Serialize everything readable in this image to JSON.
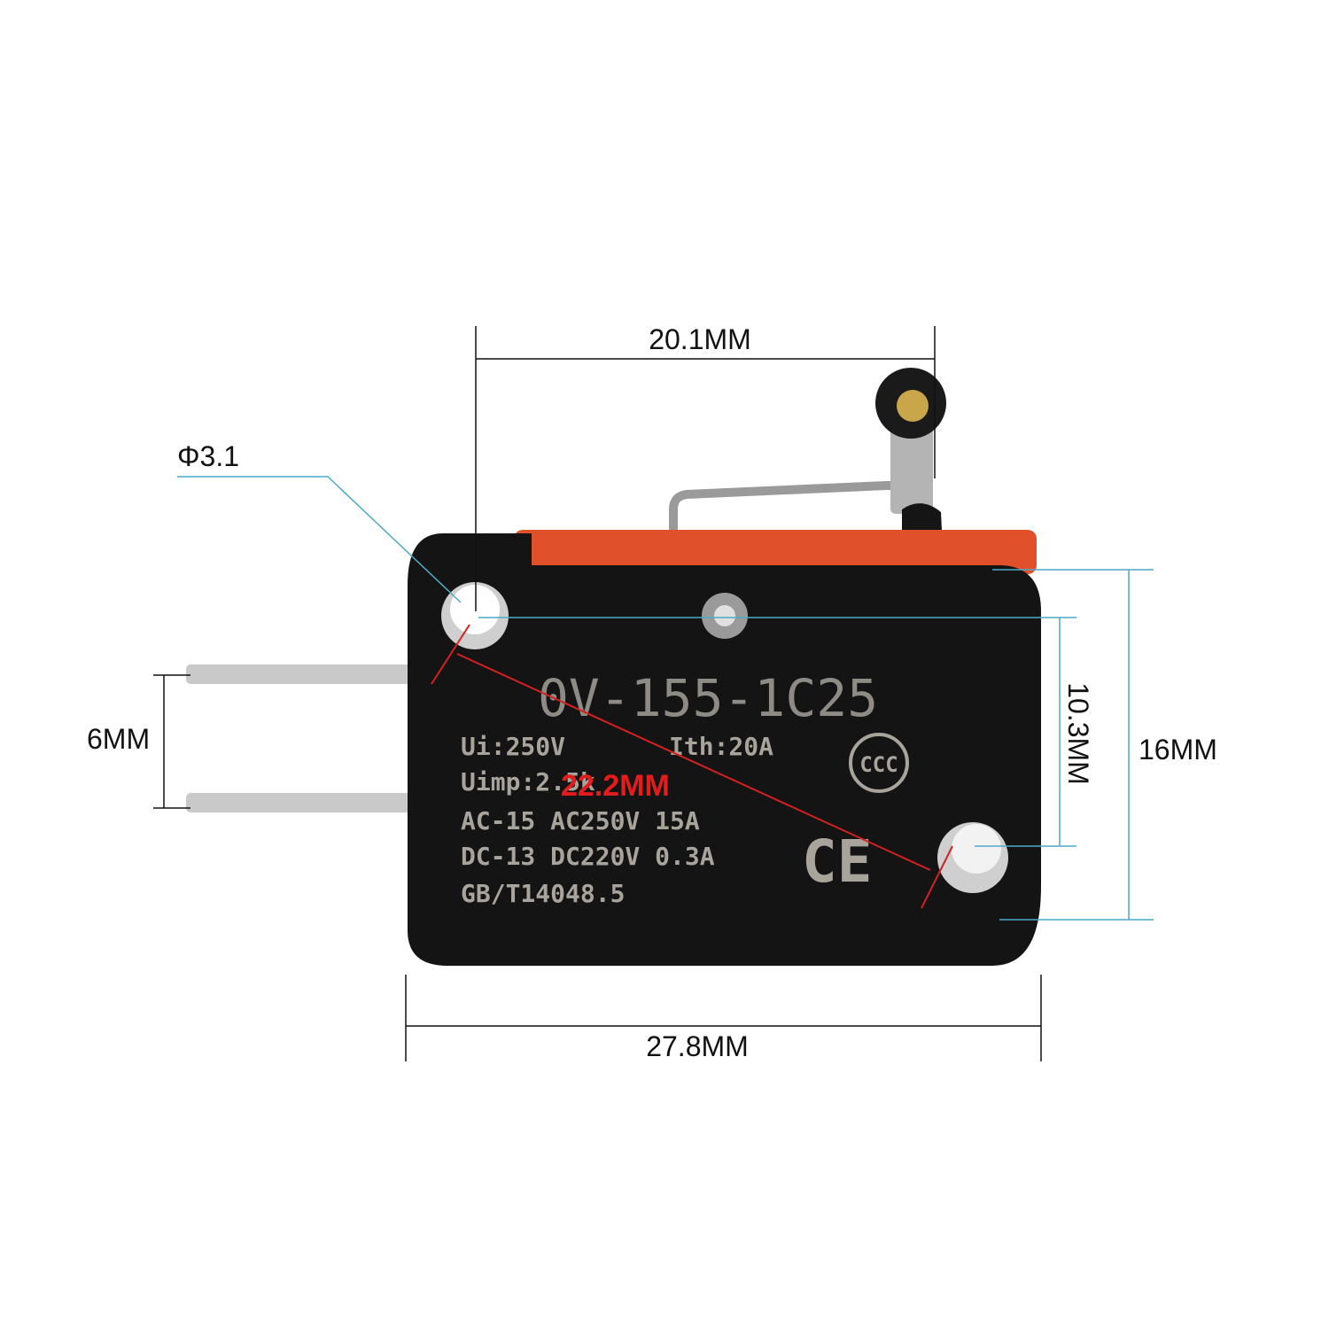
{
  "dimensions": {
    "lever_reach": "20.1MM",
    "hole_diameter": "Φ3.1",
    "terminal_pitch": "6MM",
    "hole_spacing_diagonal": "22.2MM",
    "hole_spacing_vertical": "10.3MM",
    "body_height": "16MM",
    "body_length": "27.8MM"
  },
  "switch_markings": {
    "model": "0V-155-1C25",
    "ui": "Ui:250V",
    "ith": "Ith:20A",
    "uimp": "Uimp:2.5k",
    "ac_rating": "AC-15 AC250V 15A",
    "dc_rating": "DC-13 DC220V 0.3A",
    "standard": "GB/T14048.5",
    "ccc_mark": "CCC",
    "ce_mark": "CE"
  },
  "colors": {
    "body": "#141414",
    "accent_orange": "#e0502a",
    "dimension_line_blue": "#4fa9c9",
    "diagonal_red": "#d42020",
    "metal": "#c9c9c9"
  }
}
